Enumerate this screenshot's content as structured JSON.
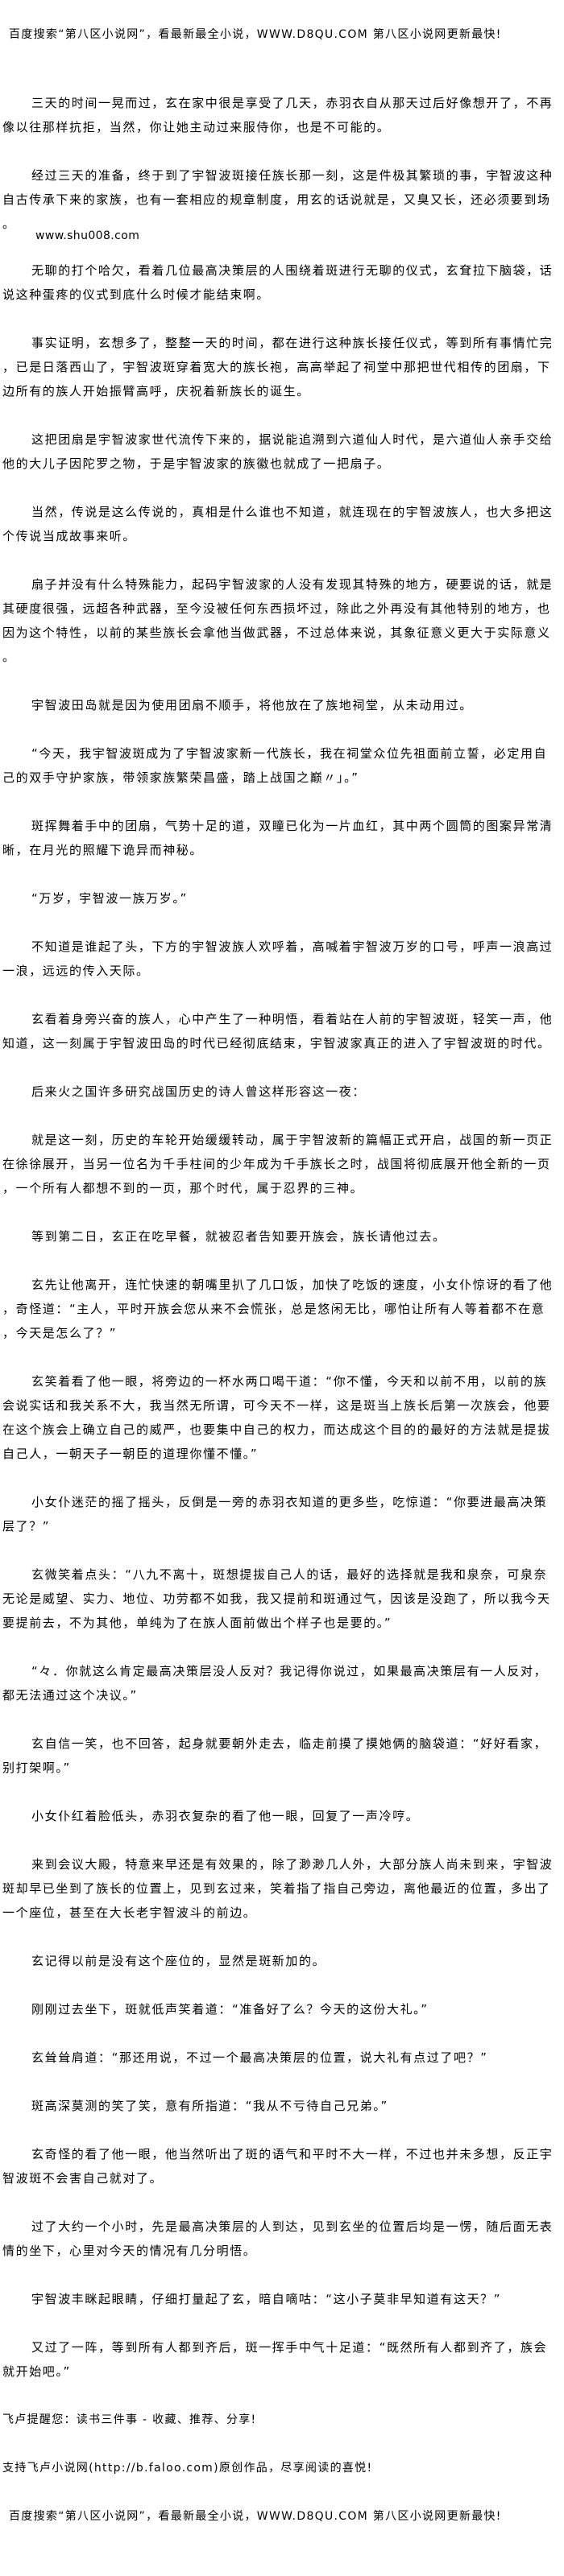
{
  "header_banner": "百度搜索“第八区小说网”，看最新最全小说，WWW.D8QU.COM  第八区小说网更新最快!",
  "site_link": "www.shu008.com",
  "paragraphs": [
    {
      "lines": [
        "三天的时间一晃而过，玄在家中很是享受了几天，赤羽衣自从那天过后好像想开了，不再",
        "像以往那样抗拒，当然，你让她主动过来服侍你，也是不可能的。"
      ]
    },
    {
      "lines": [
        "经过三天的准备，终于到了宇智波斑接任族长那一刻，这是件极其繁琐的事，宇智波这种",
        "自古传承下来的家族，也有一套相应的规章制度，用玄的话说就是，又臭又长，还必须要到场",
        "。"
      ]
    },
    {
      "lines": [
        "无聊的打个哈欠，看着几位最高决策层的人围绕着斑进行无聊的仪式，玄耷拉下脑袋，话",
        "说这种蛋疼的仪式到底什么时候才能结束啊。"
      ]
    },
    {
      "lines": [
        "事实证明，玄想多了，整整一天的时间，都在进行这种族长接任仪式，等到所有事情忙完",
        "，已是日落西山了，宇智波斑穿着宽大的族长袍，高高举起了祠堂中那把世代相传的团扇，下",
        "边所有的族人开始振臂高呼，庆祝着新族长的诞生。"
      ]
    },
    {
      "lines": [
        "这把团扇是宇智波家世代流传下来的，据说能追溯到六道仙人时代，是六道仙人亲手交给",
        "他的大儿子因陀罗之物，于是宇智波家的族徽也就成了一把扇子。"
      ]
    },
    {
      "lines": [
        "当然，传说是这么传说的，真相是什么谁也不知道，就连现在的宇智波族人，也大多把这",
        "个传说当成故事来听。"
      ]
    },
    {
      "lines": [
        "扇子并没有什么特殊能力，起码宇智波家的人没有发现其特殊的地方，硬要说的话，就是",
        "其硬度很强，远超各种武器，至今没被任何东西损坏过，除此之外再没有其他特别的地方，也",
        "因为这个特性，以前的某些族长会拿他当做武器，不过总体来说，其象征意义更大于实际意义",
        "。"
      ]
    },
    {
      "lines": [
        "宇智波田岛就是因为使用团扇不顺手，将他放在了族地祠堂，从未动用过。"
      ]
    },
    {
      "lines": [
        "“今天，我宇智波斑成为了宇智波家新一代族长，我在祠堂众位先祖面前立誓，必定用自",
        "己的双手守护家族，带领家族繁荣昌盛，踏上战国之巅〃」。”"
      ]
    },
    {
      "lines": [
        "斑挥舞着手中的团扇，气势十足的道，双瞳已化为一片血红，其中两个圆筒的图案异常清",
        "晰，在月光的照耀下诡异而神秘。"
      ]
    },
    {
      "lines": [
        "“万岁，宇智波一族万岁。”"
      ]
    },
    {
      "lines": [
        "不知道是谁起了头，下方的宇智波族人欢呼着，高喊着宇智波万岁的口号，呼声一浪高过",
        "一浪，远远的传入天际。"
      ]
    },
    {
      "lines": [
        "玄看着身旁兴奋的族人，心中产生了一种明悟，看着站在人前的宇智波斑，轻笑一声，他",
        "知道，这一刻属于宇智波田岛的时代已经彻底结束，宇智波家真正的进入了宇智波斑的时代。"
      ]
    },
    {
      "lines": [
        "后来火之国许多研究战国历史的诗人曾这样形容这一夜："
      ],
      "extra_gap": true
    },
    {
      "lines": [
        "就是这一刻，历史的车轮开始缓缓转动，属于宇智波新的篇幅正式开启，战国的新一页正",
        "在徐徐展开，当另一位名为千手柱间的少年成为千手族长之时，战国将彻底展开他全新的一页",
        "，一个所有人都想不到的一页，那个时代，属于忍界的三神。"
      ]
    },
    {
      "lines": [
        "等到第二日，玄正在吃早餐，就被忍者告知要开族会，族长请他过去。"
      ]
    },
    {
      "lines": [
        "玄先让他离开，连忙快速的朝嘴里扒了几口饭，加快了吃饭的速度，小女仆惊讶的看了他",
        "，奇怪道：“主人，平时开族会您从来不会慌张，总是悠闲无比，哪怕让所有人等着都不在意",
        "，今天是怎么了？”"
      ]
    },
    {
      "lines": [
        "玄笑着看了他一眼，将旁边的一杯水两口喝干道：“你不懂，今天和以前不用，以前的族",
        "会说实话和我关系不大，我当然无所谓，可今天不一样，这是斑当上族长后第一次族会，他要",
        "在这个族会上确立自己的威严，也要集中自己的权力，而达成这个目的的最好的方法就是提拔",
        "自己人，一朝天子一朝臣的道理你懂不懂。”"
      ]
    },
    {
      "lines": [
        "小女仆迷茫的摇了摇头，反倒是一旁的赤羽衣知道的更多些，吃惊道：“你要进最高决策",
        "层了？”"
      ]
    },
    {
      "lines": [
        "玄微笑着点头：“八九不离十，斑想提拔自己人的话，最好的选择就是我和泉奈，可泉奈",
        "无论是威望、实力、地位、功劳都不如我，我又提前和斑通过气，因该是没跑了，所以我今天",
        "要提前去，不为其他，单纯为了在族人面前做出个样子也是要的。”"
      ]
    },
    {
      "lines": [
        "“々．你就这么肯定最高决策层没人反对？我记得你说过，如果最高决策层有一人反对，",
        "都无法通过这个决议。”"
      ]
    },
    {
      "lines": [
        "玄自信一笑，也不回答，起身就要朝外走去，临走前摸了摸她俩的脑袋道：“好好看家，",
        "别打架啊。”"
      ]
    },
    {
      "lines": [
        "小女仆红着脸低头，赤羽衣复杂的看了他一眼，回复了一声冷哼。"
      ]
    },
    {
      "lines": [
        "来到会议大殿，特意来早还是有效果的，除了渺渺几人外，大部分族人尚未到来，宇智波",
        "斑却早已坐到了族长的位置上，见到玄过来，笑着指了指自己旁边，离他最近的位置，多出了",
        "一个座位，甚至在大长老宇智波斗的前边。"
      ]
    },
    {
      "lines": [
        "玄记得以前是没有这个座位的，显然是斑新加的。"
      ]
    },
    {
      "lines": [
        "刚刚过去坐下，斑就低声笑着道：“准备好了么？今天的这份大礼。”"
      ]
    },
    {
      "lines": [
        "玄耸耸肩道：“那还用说，不过一个最高决策层的位置，说大礼有点过了吧？”"
      ]
    },
    {
      "lines": [
        "斑高深莫测的笑了笑，意有所指道：“我从不亏待自己兄弟。”"
      ]
    },
    {
      "lines": [
        "玄奇怪的看了他一眼，他当然听出了斑的语气和平时不大一样，不过也并未多想，反正宇",
        "智波斑不会害自己就对了。"
      ]
    },
    {
      "lines": [
        "过了大约一个小时，先是最高决策层的人到达，见到玄坐的位置后均是一愣，随后面无表",
        "情的坐下，心里对今天的情况有几分明悟。"
      ]
    },
    {
      "lines": [
        "宇智波丰眯起眼睛，仔细打量起了玄，暗自嘀咕：“这小子莫非早知道有这天？”"
      ]
    },
    {
      "lines": [
        "又过了一阵，等到所有人都到齐后，斑一挥手中气十足道：“既然所有人都到齐了，族会",
        "就开始吧。”"
      ]
    }
  ],
  "footer": {
    "reminder": "飞卢提醒您：读书三件事 - 收藏、推荐、分享!",
    "support": "支持飞卢小说网(http://b.faloo.com)原创作品，尽享阅读的喜悦!"
  },
  "footer_banner": "百度搜索“第八区小说网”，看最新最全小说，WWW.D8QU.COM  第八区小说网更新最快!"
}
